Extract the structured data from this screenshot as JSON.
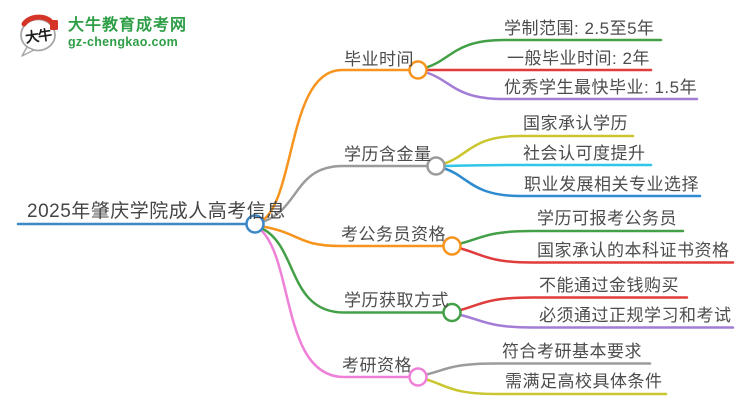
{
  "logo": {
    "name": "大牛教育成考网",
    "domain": "gz-chengkao.com",
    "bubble_text": "大牛",
    "brand_color": "#2e9e47"
  },
  "colors": {
    "root_blue": "#3c87c8",
    "orange": "#f7941e",
    "gray": "#9b9b9b",
    "green": "#43a047",
    "pink": "#ef80d8",
    "red": "#e03c3c",
    "purple": "#a37cd6",
    "olive": "#c9c62f",
    "cyan": "#2fc6e8",
    "blue": "#2e8bd0"
  },
  "mindmap": {
    "root": {
      "label": "2025年肇庆学院成人高考信息",
      "color": "#3c87c8"
    },
    "branches": [
      {
        "label": "毕业时间",
        "color": "#f7941e",
        "children": [
          {
            "label": "学制范围: 2.5至5年",
            "color": "#43a047"
          },
          {
            "label": "一般毕业时间: 2年",
            "color": "#e03c3c"
          },
          {
            "label": "优秀学生最快毕业: 1.5年",
            "color": "#a37cd6"
          }
        ]
      },
      {
        "label": "学历含金量",
        "color": "#9b9b9b",
        "children": [
          {
            "label": "国家承认学历",
            "color": "#c9c62f"
          },
          {
            "label": "社会认可度提升",
            "color": "#2fc6e8"
          },
          {
            "label": "职业发展相关专业选择",
            "color": "#2e8bd0"
          }
        ]
      },
      {
        "label": "考公务员资格",
        "color": "#f7941e",
        "children": [
          {
            "label": "学历可报考公务员",
            "color": "#43a047"
          },
          {
            "label": "国家承认的本科证书资格",
            "color": "#e03c3c"
          }
        ]
      },
      {
        "label": "学历获取方式",
        "color": "#43a047",
        "children": [
          {
            "label": "不能通过金钱购买",
            "color": "#e03c3c"
          },
          {
            "label": "必须通过正规学习和考试",
            "color": "#a37cd6"
          }
        ]
      },
      {
        "label": "考研资格",
        "color": "#ef80d8",
        "children": [
          {
            "label": "符合考研基本要求",
            "color": "#9b9b9b"
          },
          {
            "label": "需满足高校具体条件",
            "color": "#c9c62f"
          }
        ]
      }
    ]
  }
}
